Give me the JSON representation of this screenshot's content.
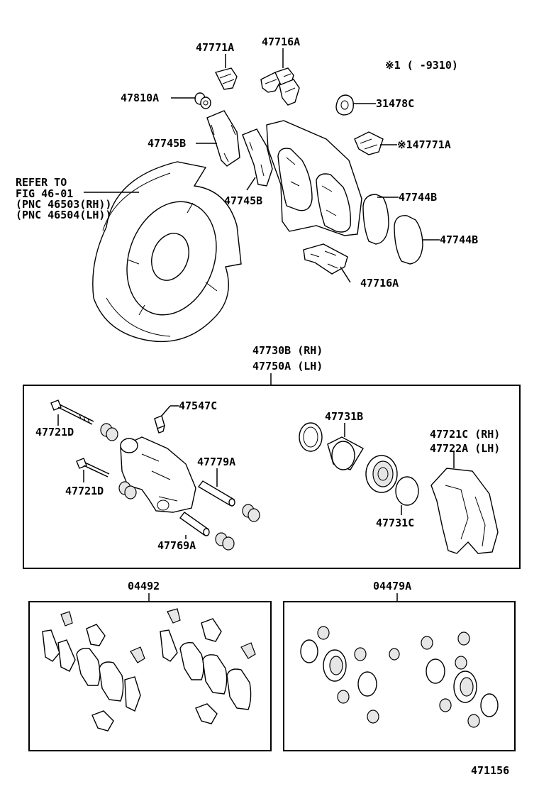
{
  "labels": {
    "p47771A_top": "47771A",
    "p47716A_top": "47716A",
    "note_x1": "※1 (     -9310)",
    "p47810A": "47810A",
    "p31478C": "31478C",
    "p47745B_left": "47745B",
    "p147771A": "※147771A",
    "refer_line1": "REFER TO",
    "refer_line2": "FIG 46-01",
    "refer_line3": "(PNC 46503(RH))",
    "refer_line4": "(PNC 46504(LH))",
    "p47745B_mid": "47745B",
    "p47744B_1": "47744B",
    "p47744B_2": "47744B",
    "p47716A_bot": "47716A",
    "p47730B": "47730B (RH)",
    "p47750A": "47750A (LH)",
    "p47547C": "47547C",
    "p47721D_1": "47721D",
    "p47731B": "47731B",
    "p47721C": "47721C (RH)",
    "p47722A": "47722A (LH)",
    "p47779A": "47779A",
    "p47721D_2": "47721D",
    "p47731C": "47731C",
    "p47769A": "47769A",
    "p04492": "04492",
    "p04479A": "04479A",
    "diagram_number": "471156"
  }
}
